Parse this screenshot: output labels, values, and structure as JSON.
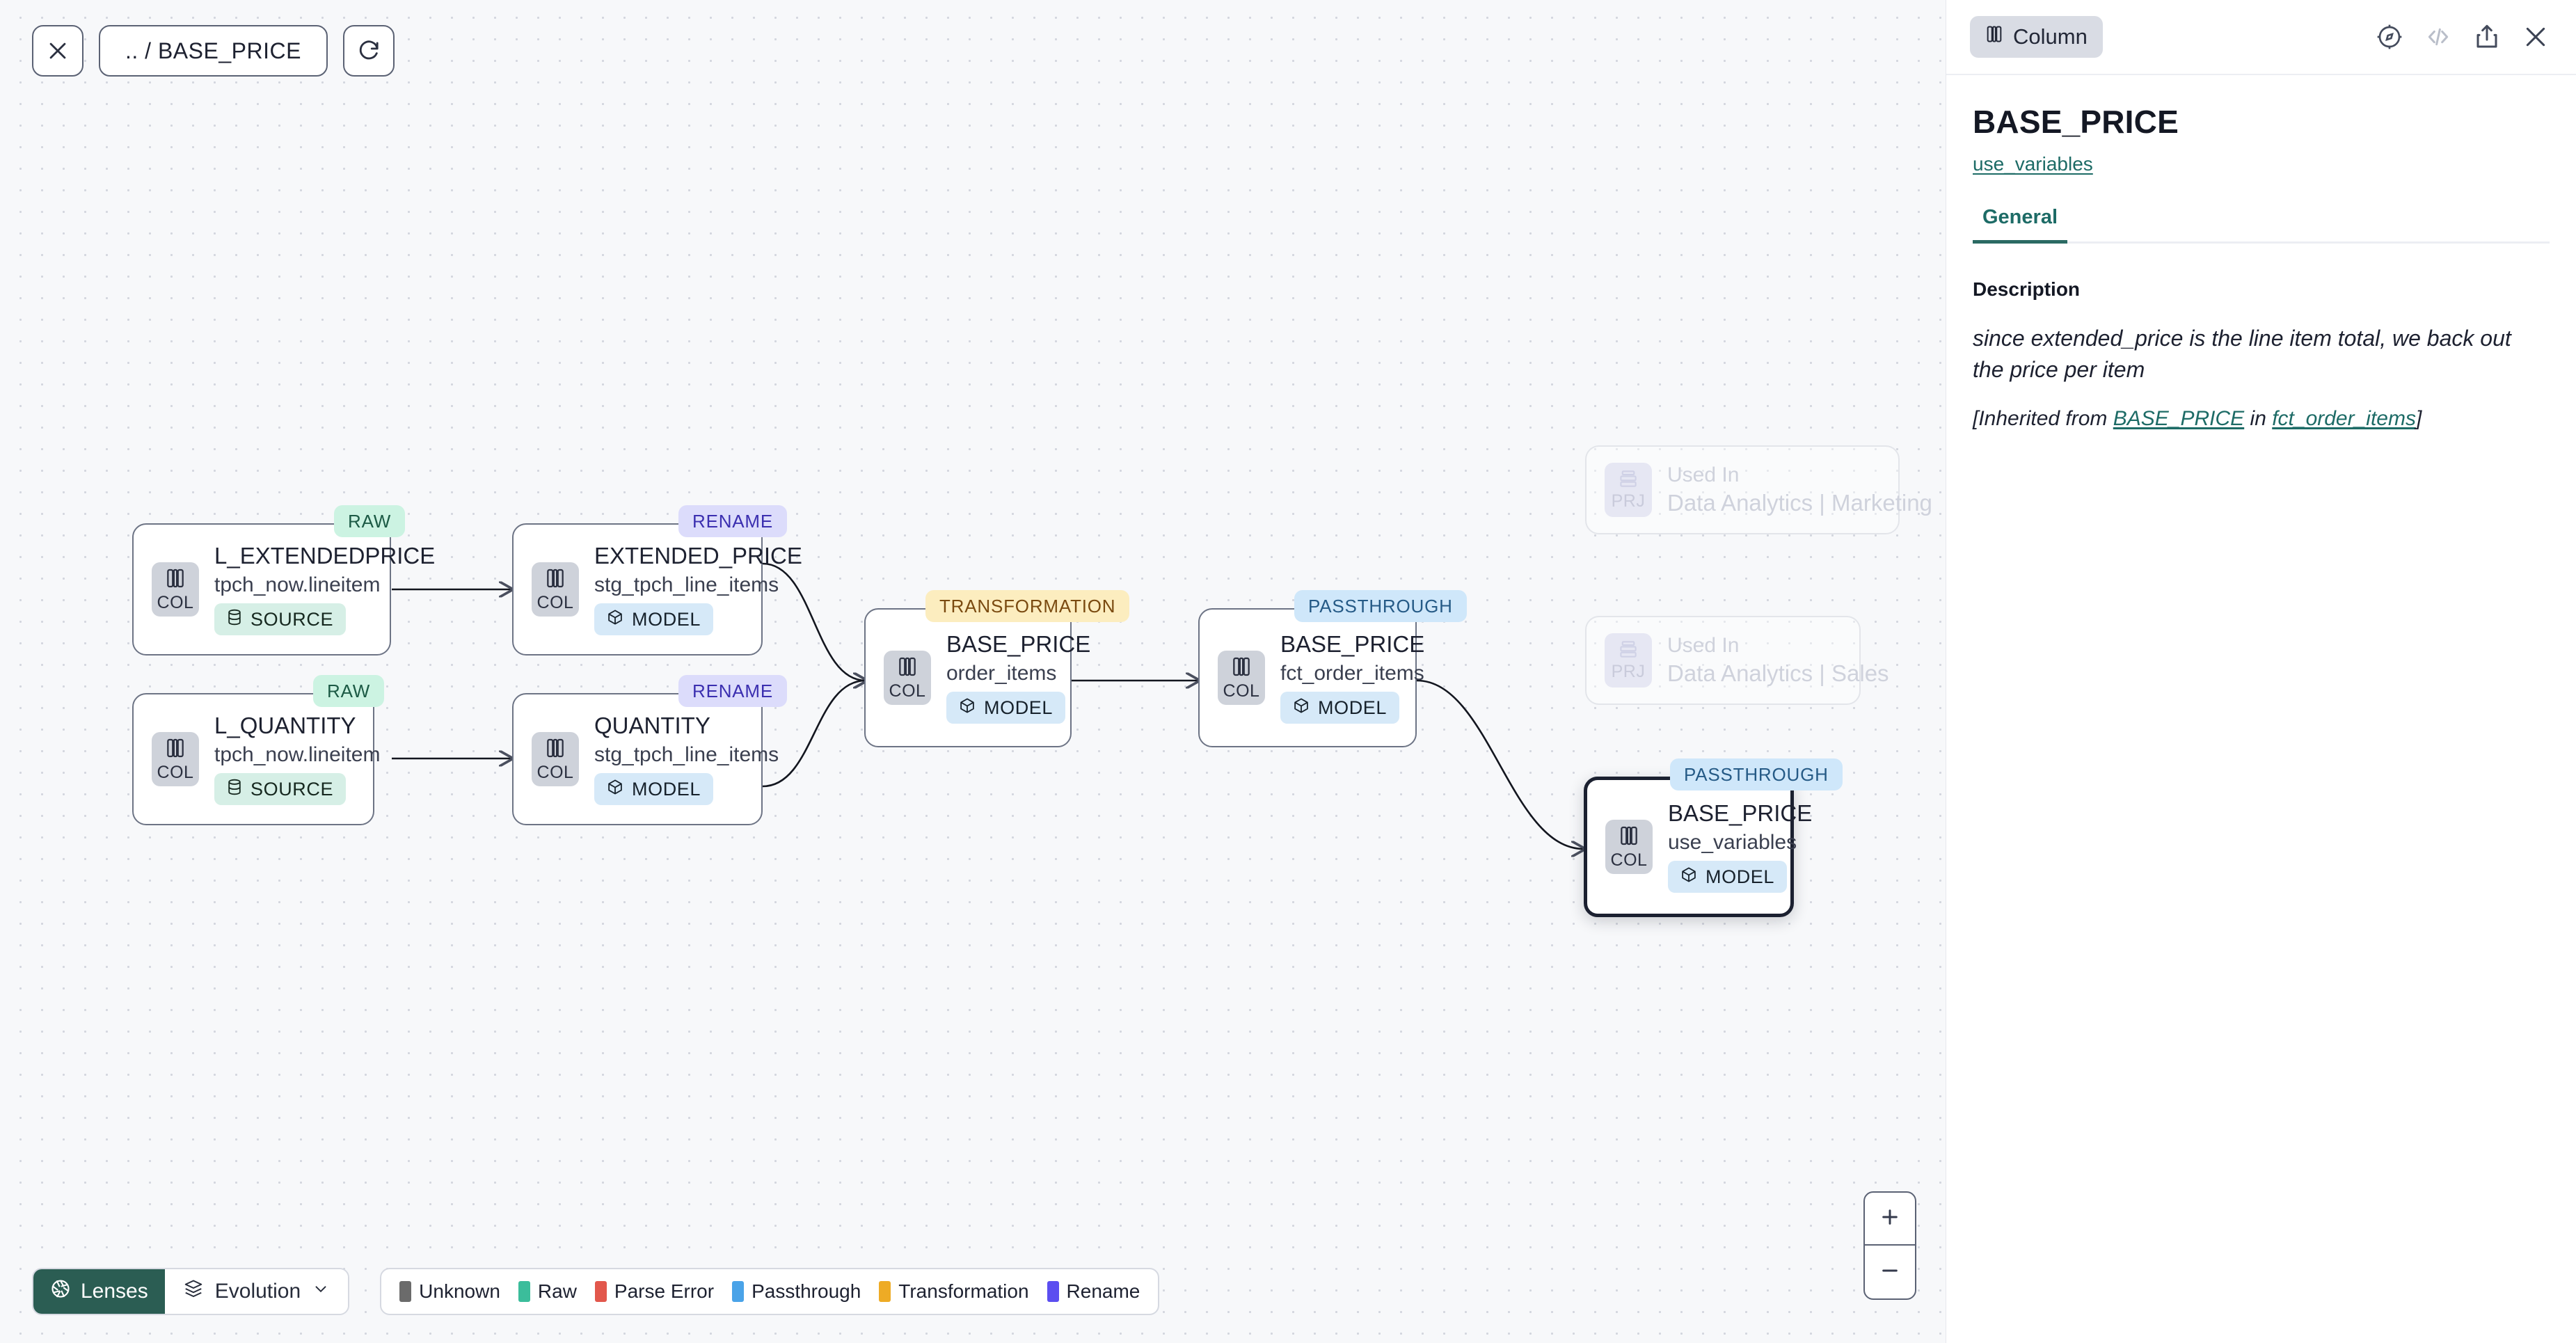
{
  "canvas": {
    "toolbar": {
      "close_icon": "close-icon",
      "breadcrumb": ".. / BASE_PRICE",
      "refresh_icon": "refresh-icon"
    },
    "zoom_controls": {
      "zoom_in": "+",
      "zoom_out": "−"
    },
    "bottom": {
      "lenses_label": "Lenses",
      "evolution_label": "Evolution",
      "legend": [
        {
          "label": "Unknown",
          "color": "#6b6b6b"
        },
        {
          "label": "Raw",
          "color": "#3bbd9b"
        },
        {
          "label": "Parse Error",
          "color": "#e2574c"
        },
        {
          "label": "Passthrough",
          "color": "#4aa3e8"
        },
        {
          "label": "Transformation",
          "color": "#eeab25"
        },
        {
          "label": "Rename",
          "color": "#5b4ef0"
        }
      ]
    },
    "nodes": [
      {
        "id": "n1",
        "badge": "RAW",
        "badge_kind": "raw",
        "name": "L_EXTENDEDPRICE",
        "sub": "tpch_now.lineitem",
        "pill": "SOURCE",
        "pill_kind": "source",
        "type_tag": "COL"
      },
      {
        "id": "n2",
        "badge": "RAW",
        "badge_kind": "raw",
        "name": "L_QUANTITY",
        "sub": "tpch_now.lineitem",
        "pill": "SOURCE",
        "pill_kind": "source",
        "type_tag": "COL"
      },
      {
        "id": "n3",
        "badge": "RENAME",
        "badge_kind": "rename",
        "name": "EXTENDED_PRICE",
        "sub": "stg_tpch_line_items",
        "pill": "MODEL",
        "pill_kind": "model",
        "type_tag": "COL"
      },
      {
        "id": "n4",
        "badge": "RENAME",
        "badge_kind": "rename",
        "name": "QUANTITY",
        "sub": "stg_tpch_line_items",
        "pill": "MODEL",
        "pill_kind": "model",
        "type_tag": "COL"
      },
      {
        "id": "n5",
        "badge": "TRANSFORMATION",
        "badge_kind": "trans",
        "name": "BASE_PRICE",
        "sub": "order_items",
        "pill": "MODEL",
        "pill_kind": "model",
        "type_tag": "COL"
      },
      {
        "id": "n6",
        "badge": "PASSTHROUGH",
        "badge_kind": "pass",
        "name": "BASE_PRICE",
        "sub": "fct_order_items",
        "pill": "MODEL",
        "pill_kind": "model",
        "type_tag": "COL"
      },
      {
        "id": "n7",
        "badge": "PASSTHROUGH",
        "badge_kind": "pass",
        "name": "BASE_PRICE",
        "sub": "use_variables",
        "pill": "MODEL",
        "pill_kind": "model",
        "type_tag": "COL"
      }
    ],
    "ghost_nodes": [
      {
        "id": "g1",
        "type_tag": "PRJ",
        "used_in_label": "Used In",
        "name": "Data Analytics | Marketing"
      },
      {
        "id": "g2",
        "type_tag": "PRJ",
        "used_in_label": "Used In",
        "name": "Data Analytics | Sales"
      }
    ]
  },
  "panel": {
    "chip_label": "Column",
    "chip_icon": "column-icon",
    "icons": [
      "compass-icon",
      "code-icon",
      "share-icon",
      "close-icon"
    ],
    "title": "BASE_PRICE",
    "subtitle": "use_variables",
    "tabs": [
      {
        "label": "General",
        "active": true
      }
    ],
    "description_label": "Description",
    "description_text": "since extended_price is the line item total, we back out the price per item",
    "inherited_prefix": "[Inherited from ",
    "inherited_link_1": "BASE_PRICE",
    "inherited_middle": " in ",
    "inherited_link_2": "fct_order_items",
    "inherited_suffix": "]"
  }
}
